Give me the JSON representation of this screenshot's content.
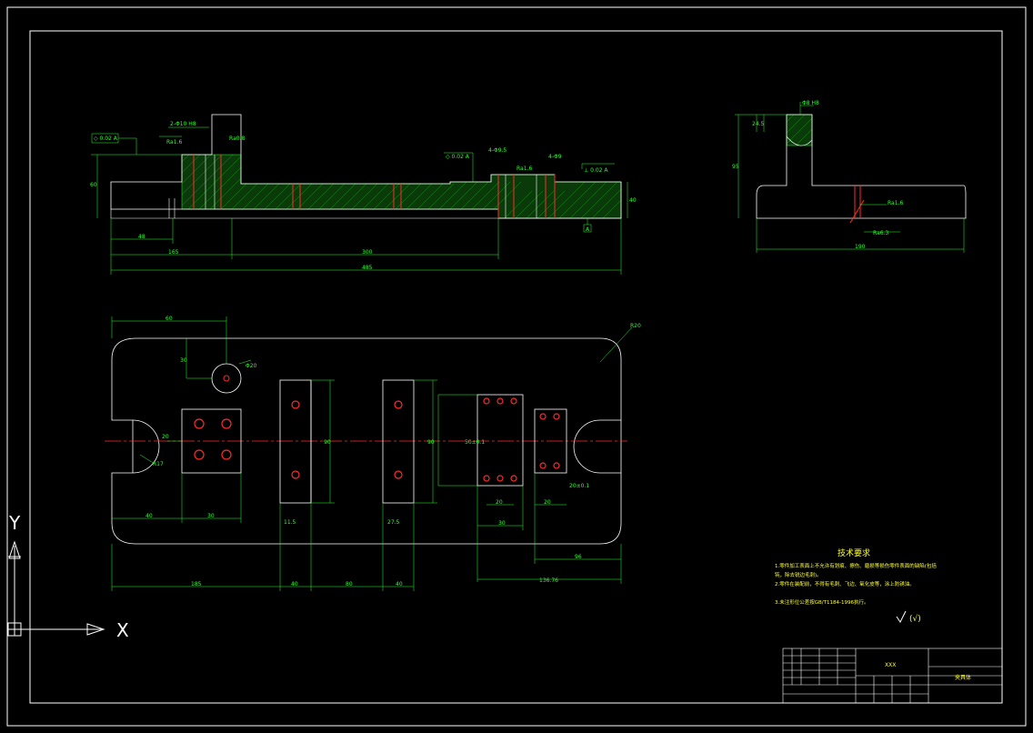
{
  "colors": {
    "background": "#000000",
    "frame": "#ffffff",
    "dimension": "#2aff2a",
    "hatch": "#2aff2a",
    "centerline": "#ff2a2a",
    "text": "#ffff33",
    "outline": "#ffffff"
  },
  "ucs": {
    "x_label": "X",
    "y_label": "Y"
  },
  "tech_notes": {
    "title": "技术要求",
    "lines": [
      "1.零件加工表面上不允许有划痕、擦伤、磨损等损伤零件表面的缺陷(包括",
      "钝，除去锐边毛刺)。",
      "2.零件在装配前，不得有毛刺、飞边、氧化皮等，涂上防锈油。",
      "3.未注形位公差按GB/T1184-1996执行。"
    ],
    "roughness": "(√)"
  },
  "title_block": {
    "part_name": "夹具体",
    "org": "XXX"
  }
}
